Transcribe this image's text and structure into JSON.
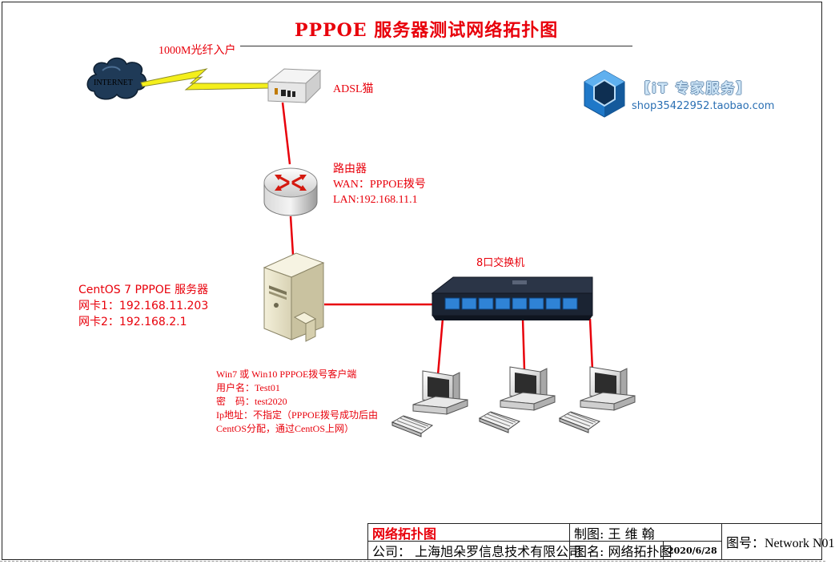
{
  "title": "PPPOE 服务器测试网络拓扑图",
  "internet_label": "INTERNET",
  "fiber_label": "1000M光纤入户",
  "adsl_label": "ADSL猫",
  "router": {
    "name": "路由器",
    "wan": "WAN：PPPOE拨号",
    "lan": "LAN:192.168.11.1"
  },
  "server": {
    "name": "CentOS 7 PPPOE 服务器",
    "nic1": "网卡1：192.168.11.203",
    "nic2": "网卡2：192.168.2.1"
  },
  "switch_label": "8口交换机",
  "client": {
    "line1": "Win7 或 Win10 PPPOE拨号客户端",
    "line2": "用户名：Test01",
    "line3": "密    码：test2020",
    "line4": "Ip地址：不指定（PPPOE拨号成功后由",
    "line5": "CentOS分配，通过CentOS上网）"
  },
  "logo": {
    "brand": "【iT 专家服务】",
    "url": "shop35422952.taobao.com"
  },
  "title_block": {
    "diagram_title": "网络拓扑图",
    "drawn_by": "制图: 王 维 翰",
    "company": "公司： 上海旭朵罗信息技术有限公司",
    "drawing_name": "图名: 网络拓扑图",
    "date": "2020/6/28",
    "drawing_no": "图号：Network  N01"
  },
  "colors": {
    "title_red": "#e8000b",
    "link_red": "#e8000b",
    "lightning": "#f4ef1b",
    "cloud": "#1f3a57",
    "switch_body": "#1b2433",
    "switch_port": "#2f83d6",
    "logo_blue": "#2a6fb3"
  }
}
